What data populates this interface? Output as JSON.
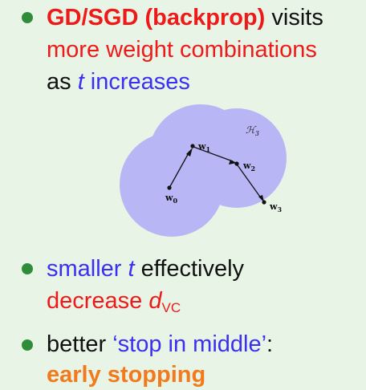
{
  "bullet1": {
    "line1_bold": "GD/SGD (backprop)",
    "line1_rest": " visits",
    "line2": "more weight combinations",
    "line3_pre": "as ",
    "line3_t": "t",
    "line3_rest": " increases"
  },
  "diagram": {
    "region_label": "ℋ",
    "region_sub": "3",
    "points": [
      {
        "label": "w",
        "sub": "0"
      },
      {
        "label": "w",
        "sub": "1"
      },
      {
        "label": "w",
        "sub": "2"
      },
      {
        "label": "w",
        "sub": "3"
      }
    ],
    "colors": {
      "region": "#b9b6f5",
      "background": "#e8f5e6"
    }
  },
  "bullet2": {
    "line1_pre": "smaller ",
    "line1_t": "t",
    "line1_rest": " effectively",
    "line2_pre": "decrease ",
    "line2_d": "d",
    "line2_sub": "VC"
  },
  "bullet3": {
    "line1_pre": "better ",
    "line1_quote": "‘stop in middle’",
    "line1_post": ":",
    "line2": "early stopping"
  },
  "colors": {
    "bullet": "#2f8d3a",
    "red": "#ee1a1a",
    "blue": "#3a2ff2",
    "orange": "#f27a1c"
  }
}
